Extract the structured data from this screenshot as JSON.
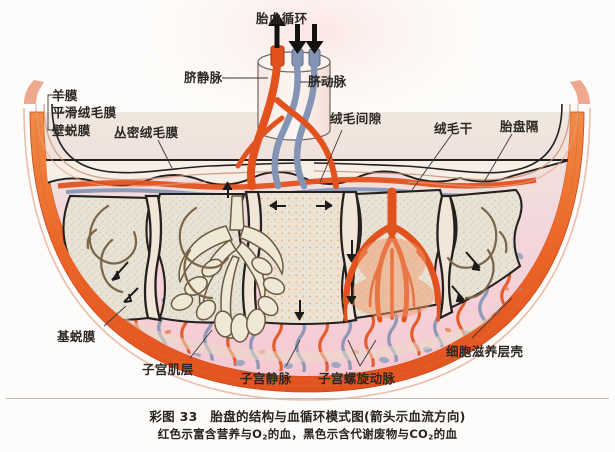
{
  "figure": {
    "title_cn": "胎盘的结构与血循环模式图",
    "caption_line1_prefix": "彩图 33",
    "caption_line1": "彩图 33　胎盘的结构与血循环模式图(箭头示血流方向)",
    "caption_line2_a": "红色示富含营养与O",
    "caption_line2_sub1": "2",
    "caption_line2_b": "的血，黑色示含代谢废物与CO",
    "caption_line2_sub2": "2",
    "caption_line2_c": "的血"
  },
  "labels": {
    "fetal_circulation": "胎血循环",
    "umbilical_vein": "脐静脉",
    "umbilical_artery": "脐动脉",
    "amnion": "羊膜",
    "chorion_laeve": "平滑绒毛膜",
    "decidua_parietalis": "壁蜕膜",
    "chorion_frondosum": "丛密绒毛膜",
    "intervillous_space": "绒毛间隙",
    "stem_villus": "绒毛干",
    "placental_septum": "胎盘隔",
    "decidua_basalis": "基蜕膜",
    "myometrium": "子宫肌层",
    "uterine_vein": "子宫静脉",
    "uterine_spiral_artery": "子宫螺旋动脉",
    "cytotrophoblast_shell": "细胞滋养层壳"
  },
  "colors": {
    "oxygenated_blood": "#e2521f",
    "deoxygenated_blood": "#7d8fb0",
    "intervillous_pool": "#f6ccd5",
    "decidua_band": "#ee6a2a",
    "villous_tissue": "#e8e2d2",
    "outline": "#1d1b19",
    "label_text": "#2a2724",
    "page_background": "#fdfcfa"
  },
  "arrows": {
    "up_count": 1,
    "down_count": 2,
    "legend_note": "箭头示血流方向"
  }
}
